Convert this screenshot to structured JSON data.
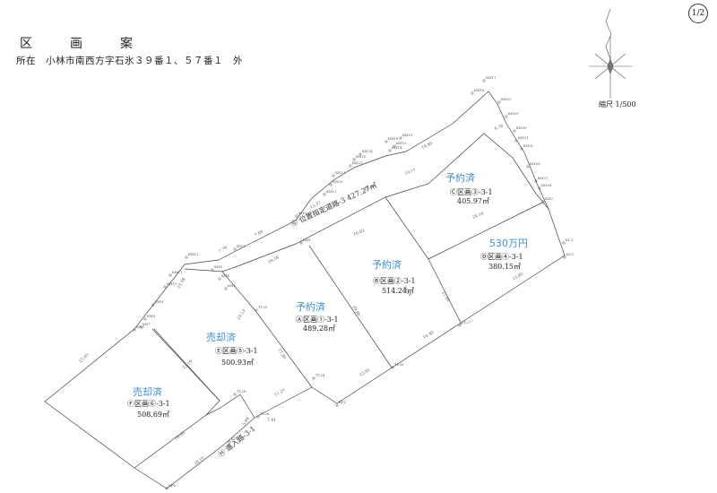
{
  "header": {
    "title": "区　画　案",
    "address": "所在　小林市南西方字石氷３９番１、５７番１　外",
    "page_indicator": "1/2",
    "scale": "縮尺 1/500"
  },
  "lots": [
    {
      "id": "A",
      "status": "予約済",
      "label": "Ⓐ区画①-3-1",
      "area": "489.28㎡"
    },
    {
      "id": "B",
      "status": "予約済",
      "label": "Ⓑ区画②-3-1",
      "area": "514.24㎡"
    },
    {
      "id": "C",
      "status": "予約済",
      "label": "Ⓒ区画③-3-1",
      "area": "405.97㎡"
    },
    {
      "id": "D",
      "status": "530万円",
      "label": "Ⓓ区画④-3-1",
      "area": "380.15㎡"
    },
    {
      "id": "E",
      "status": "売却済",
      "label": "Ⓔ区画⑤-3-1",
      "area": "500.93㎡"
    },
    {
      "id": "F",
      "status": "売却済",
      "label": "Ⓕ区画⑥-3-1",
      "area": "508.69㎡"
    }
  ],
  "roads": {
    "g": "Ⓖ 位置指定道路-3 427.27㎡",
    "h": "Ⓗ 進入路-3-1"
  },
  "points": [
    "KH17",
    "KH16",
    "KH22",
    "KH29",
    "KH30",
    "KH31",
    "KH32",
    "KH28",
    "KH27",
    "KH26",
    "KH25",
    "KH24",
    "KH23",
    "KH21",
    "KH20",
    "KH19",
    "KH18",
    "KH15",
    "KH14",
    "KH13",
    "KH12",
    "KH11",
    "KH10",
    "KH9",
    "KH8",
    "KH7",
    "KH6",
    "KH5",
    "KH4",
    "KH3",
    "KH2",
    "KH1",
    "T130",
    "T127",
    "T128",
    "T129",
    "T125",
    "T124",
    "KP2",
    "KP3",
    "KP5",
    "KC1",
    "KC2",
    "KW1",
    "KW2"
  ],
  "dimensions": [
    "4.78",
    "14.40",
    "10.77",
    "10.85",
    "12.37",
    "7.89",
    "7.79",
    "18.18",
    "16.63",
    "23.08",
    "23.19",
    "29.86",
    "24.10",
    "21.80",
    "26.18",
    "16.48",
    "12.95",
    "17.30",
    "23.13",
    "11.27",
    "13.85",
    "18.10",
    "5.84",
    "7.41",
    "16.09",
    "23.95"
  ],
  "sheet_decoration": {
    "compass": "north-arrow-icon"
  }
}
